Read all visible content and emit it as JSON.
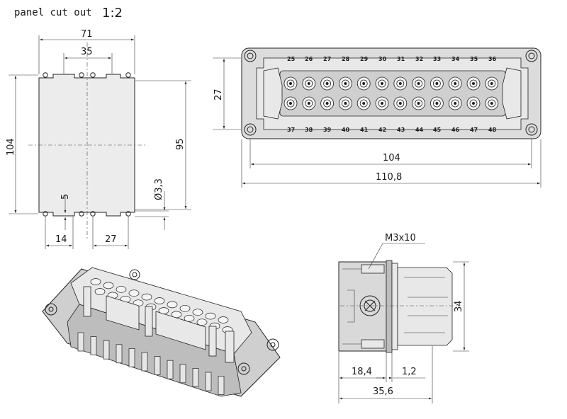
{
  "title": {
    "text": "panel cut out",
    "scale": "1:2"
  },
  "cutout": {
    "width": "71",
    "slot": "35",
    "height": "104",
    "hole_pitch": "95",
    "hole_dia": "Ø3,3",
    "offset": "5",
    "left_pos": "14",
    "right_pos": "27"
  },
  "front": {
    "height": "27",
    "inner_width": "104",
    "outer_width": "110,8",
    "pins_top": [
      "25",
      "26",
      "27",
      "28",
      "29",
      "30",
      "31",
      "32",
      "33",
      "34",
      "35",
      "36"
    ],
    "pins_bottom": [
      "37",
      "38",
      "39",
      "40",
      "41",
      "42",
      "43",
      "44",
      "45",
      "46",
      "47",
      "48"
    ]
  },
  "side": {
    "screw": "M3x10",
    "height": "34",
    "dim_a": "18,4",
    "dim_b": "1,2",
    "dim_total": "35,6"
  }
}
